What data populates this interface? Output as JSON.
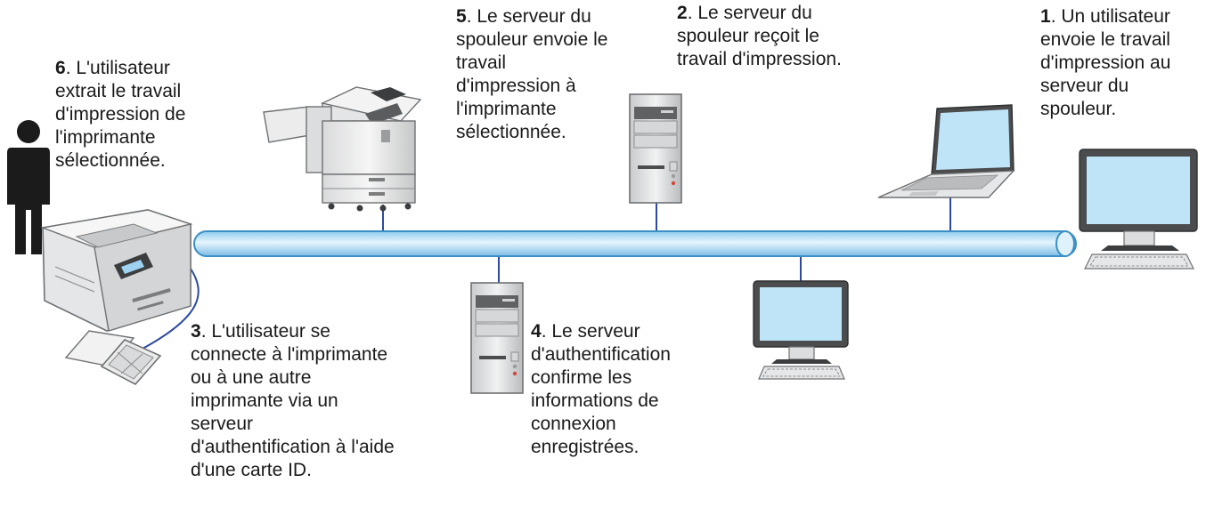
{
  "steps": [
    {
      "number": "1",
      "lines": [
        "1. Un utilisateur",
        "envoie le travail",
        "d'impression au",
        "serveur du",
        "spouleur."
      ]
    },
    {
      "number": "2",
      "lines": [
        "2. Le serveur du",
        "spouleur reçoit le",
        "travail d'impression."
      ]
    },
    {
      "number": "3",
      "lines": [
        "3. L'utilisateur se",
        "connecte à l'imprimante",
        "ou à une autre",
        "imprimante via un",
        "serveur",
        "d'authentification à l'aide",
        "d'une carte ID."
      ]
    },
    {
      "number": "4",
      "lines": [
        "4. Le serveur",
        "d'authentification",
        "confirme les",
        "informations de",
        "connexion",
        "enregistrées."
      ]
    },
    {
      "number": "5",
      "lines": [
        "5. Le serveur du",
        "spouleur envoie le",
        "travail",
        "d'impression à",
        "l'imprimante",
        "sélectionnée."
      ]
    },
    {
      "number": "6",
      "lines": [
        "6. L'utilisateur",
        "extrait le travail",
        "d'impression de",
        "l'imprimante",
        "sélectionnée."
      ]
    }
  ],
  "colors": {
    "network_fill": "#c5e6f8",
    "network_stroke": "#3a8fc4",
    "link_line": "#2b4aa0",
    "screen": "#bfe4f7",
    "text": "#1a1a1a"
  }
}
